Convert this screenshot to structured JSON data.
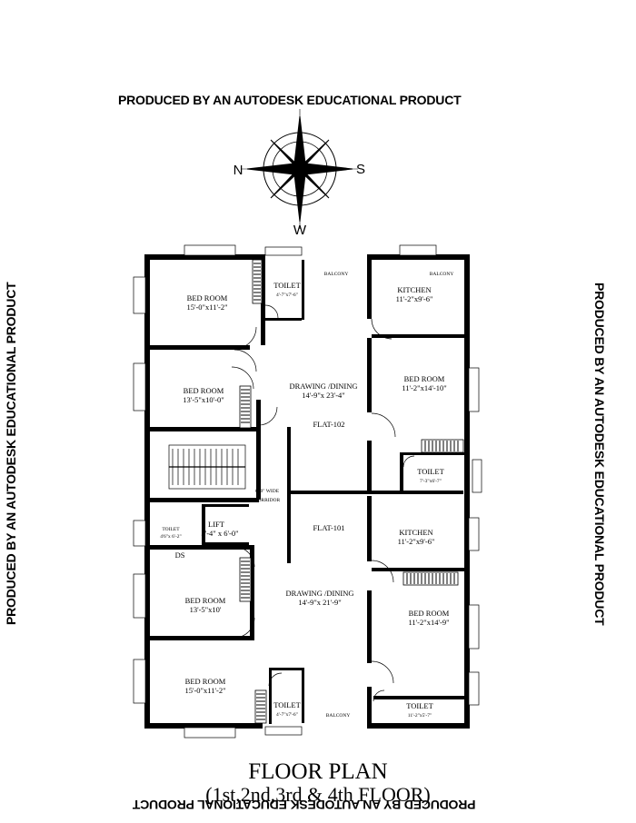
{
  "watermark": "PRODUCED BY AN AUTODESK EDUCATIONAL PRODUCT",
  "compass": {
    "north": "N",
    "south": "S",
    "west": "W"
  },
  "rooms": {
    "bed_room_1": {
      "name": "BED ROOM",
      "size": "15'-0\"x11'-2\""
    },
    "toilet_1": {
      "name": "TOILET",
      "size": "4'-7\"x7'-6\""
    },
    "balcony_top": {
      "name": "BALCONY"
    },
    "kitchen_top": {
      "name": "KITCHEN",
      "size": "11'-2\"x9'-6\""
    },
    "bed_room_2": {
      "name": "BED ROOM",
      "size": "13'-5\"x10'-0\""
    },
    "drawing_top": {
      "name": "DRAWING /DINING",
      "size": "14'-9\"x 23'-4\""
    },
    "flat_102": {
      "name": "FLAT-102"
    },
    "bed_room_3": {
      "name": "BED ROOM",
      "size": "11'-2\"x14'-10\""
    },
    "toilet_2": {
      "name": "TOILET",
      "size": "7'-3\"x6'-7\""
    },
    "corridor": {
      "line1": "6'-0\" WIDE",
      "line2": "CORRIDOR"
    },
    "flat_101": {
      "name": "FLAT-101"
    },
    "kitchen_bottom": {
      "name": "KITCHEN",
      "size": "11'-2\"x9'-6\""
    },
    "toilet_3": {
      "name": "TOILET",
      "size": "4'6\"x 6'-2\""
    },
    "lift": {
      "name": "LIFT",
      "size": "5'-4\" x 6'-0\""
    },
    "ds": {
      "name": "DS"
    },
    "bed_room_4": {
      "name": "BED ROOM",
      "size": "13'-5\"x10'"
    },
    "drawing_bottom": {
      "name": "DRAWING /DINING",
      "size": "14'-9\"x 21'-9\""
    },
    "bed_room_5": {
      "name": "BED ROOM",
      "size": "11'-2\"x14'-9\""
    },
    "bed_room_6": {
      "name": "BED ROOM",
      "size": "15'-0\"x11'-2\""
    },
    "toilet_4": {
      "name": "TOILET",
      "size": "4'-7\"x7'-6\""
    },
    "balcony_bottom": {
      "name": "BALCONY"
    },
    "toilet_5": {
      "name": "TOILET",
      "size": "11'-2\"x5'-7\""
    }
  },
  "title": {
    "line1": "FLOOR PLAN",
    "line2": "(1st,2nd,3rd & 4th  FLOOR)"
  }
}
